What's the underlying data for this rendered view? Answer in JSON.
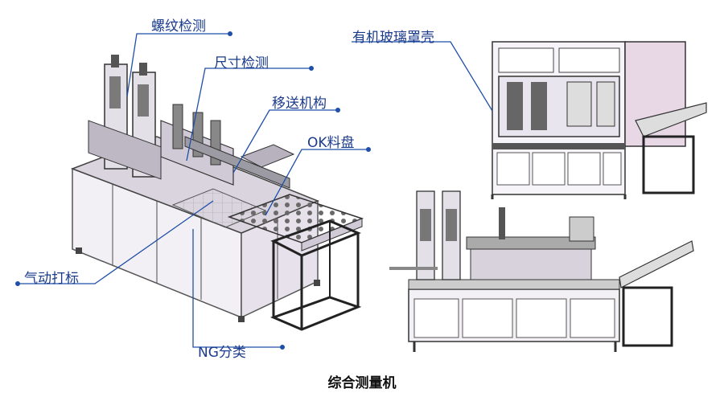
{
  "callouts": {
    "thread_inspection": "螺纹检测",
    "size_inspection": "尺寸检测",
    "transfer_mechanism": "移送机构",
    "ok_tray": "OK料盘",
    "glass_cover": "有机玻璃罩壳",
    "pneumatic_marking": "气动打标",
    "ng_sorting": "NG分类"
  },
  "caption": "综合测量机",
  "colors": {
    "callout_text": "#1a3b8c",
    "callout_line": "#1f4fa8",
    "frame_steel": "#5a5a5a",
    "panel_fill": "#eeeaf2",
    "enclosure_pink": "#e8d8e6"
  }
}
